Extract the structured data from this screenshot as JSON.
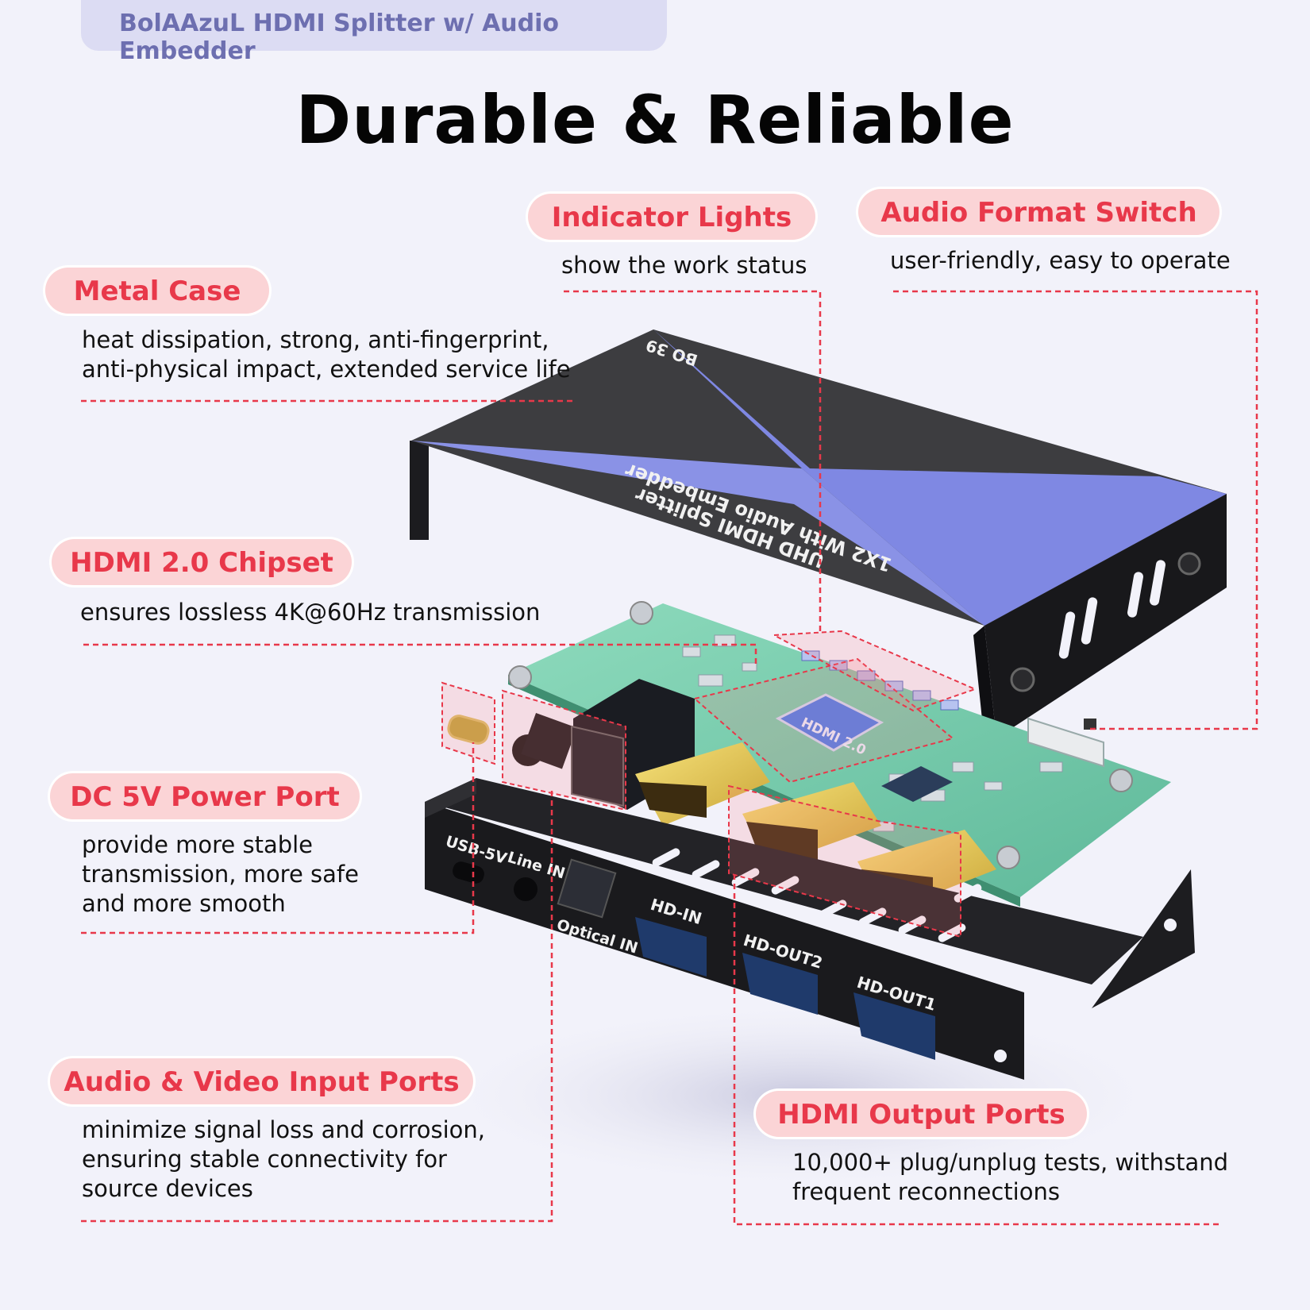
{
  "brand": {
    "title": "BolAAzuL HDMI Splitter w/ Audio Embedder"
  },
  "headline": "Durable & Reliable",
  "callouts": {
    "indicator": {
      "title": "Indicator Lights",
      "desc": "show the work status"
    },
    "audio_switch": {
      "title": "Audio Format Switch",
      "desc": "user-friendly, easy to operate"
    },
    "metal_case": {
      "title": "Metal Case",
      "desc_1": "heat dissipation, strong, anti-fingerprint,",
      "desc_2": "anti-physical impact, extended service life"
    },
    "chipset": {
      "title": "HDMI 2.0 Chipset",
      "desc": "ensures lossless 4K@60Hz transmission"
    },
    "power": {
      "title": "DC 5V Power Port",
      "desc_1": "provide more stable",
      "desc_2": "transmission, more safe",
      "desc_3": "and more smooth"
    },
    "input": {
      "title": "Audio & Video Input Ports",
      "desc_1": "minimize signal loss and corrosion,",
      "desc_2": "ensuring stable connectivity for",
      "desc_3": "source devices"
    },
    "output": {
      "title": "HDMI Output Ports",
      "desc_1": "10,000+ plug/unplug tests, withstand",
      "desc_2": "frequent reconnections"
    }
  },
  "device": {
    "lid_model": "BO 39",
    "lid_text_1": "1X2 With Audio Embedder",
    "lid_text_2": "UHD HDMI Splitter",
    "chip_label": "HDMI 2.0",
    "ports": {
      "usb": "USB-5V",
      "line": "Line IN",
      "optical": "Optical IN",
      "hd_in": "HD-IN",
      "hd_out2": "HD-OUT2",
      "hd_out1": "HD-OUT1"
    }
  },
  "colors": {
    "accent": "#e8384a",
    "pill_bg": "#fbd4d6",
    "lid_blue": "#7b84e0",
    "lid_dark": "#3a3a3a",
    "pcb": "#7fcfae"
  }
}
